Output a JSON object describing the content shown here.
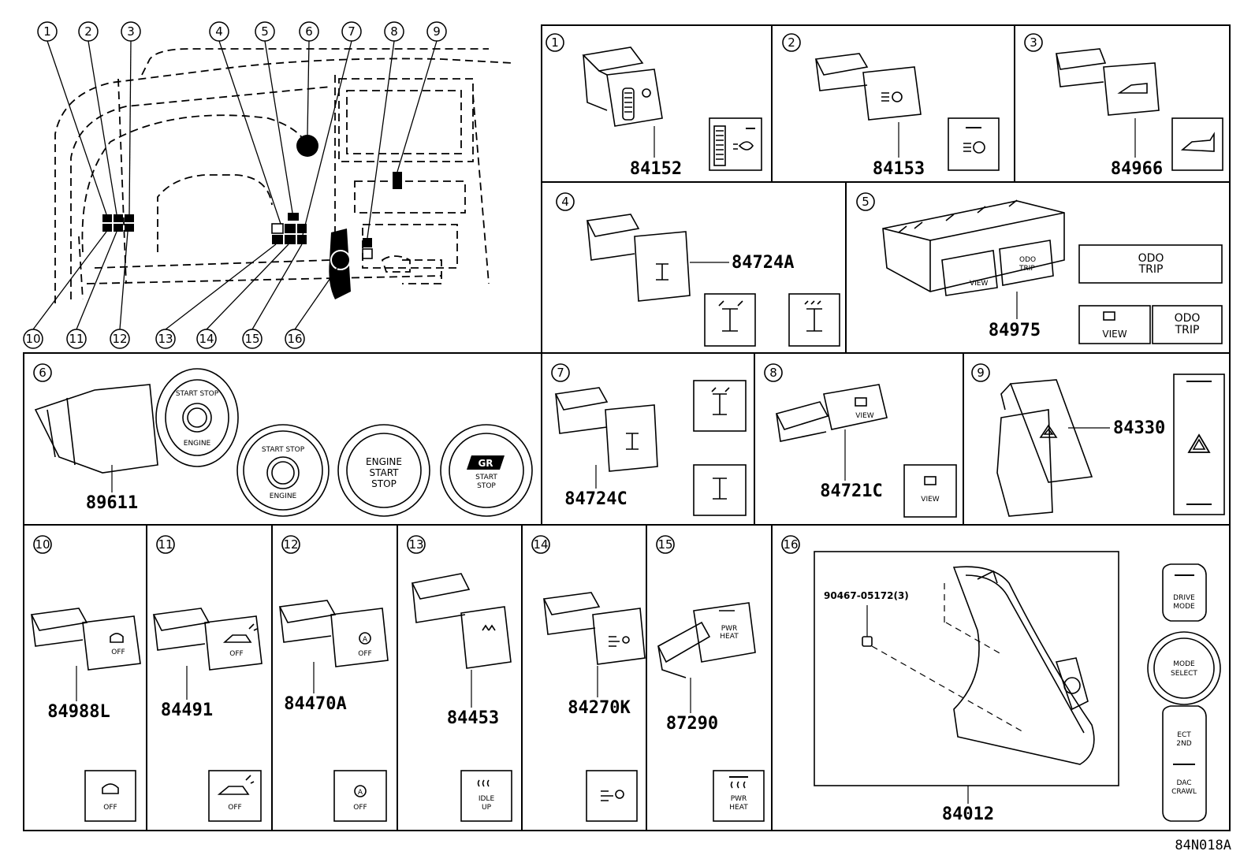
{
  "figure_code": "84N018A",
  "overview": {
    "callouts": [
      "1",
      "2",
      "3",
      "4",
      "5",
      "6",
      "7",
      "8",
      "9",
      "10",
      "11",
      "12",
      "13",
      "14",
      "15",
      "16"
    ]
  },
  "panels": [
    {
      "num": "1",
      "part": "84152"
    },
    {
      "num": "2",
      "part": "84153"
    },
    {
      "num": "3",
      "part": "84966"
    },
    {
      "num": "4",
      "part": "84724A"
    },
    {
      "num": "5",
      "part": "84975",
      "labels": {
        "odo": "ODO",
        "trip": "TRIP",
        "view": "VIEW"
      }
    },
    {
      "num": "6",
      "part": "89611",
      "labels": {
        "start_stop": "START STOP",
        "engine": "ENGINE",
        "engine_start": "ENGINE",
        "start": "START",
        "stop": "STOP",
        "gr": "GR",
        "gr_start": "START",
        "gr_stop": "STOP"
      }
    },
    {
      "num": "7",
      "part": "84724C"
    },
    {
      "num": "8",
      "part": "84721C",
      "labels": {
        "view": "VIEW"
      }
    },
    {
      "num": "9",
      "part": "84330"
    },
    {
      "num": "10",
      "part": "84988L",
      "labels": {
        "off": "OFF"
      }
    },
    {
      "num": "11",
      "part": "84491",
      "labels": {
        "off": "OFF"
      }
    },
    {
      "num": "12",
      "part": "84470A",
      "labels": {
        "off": "OFF",
        "a": "A"
      }
    },
    {
      "num": "13",
      "part": "84453",
      "labels": {
        "idle": "IDLE",
        "up": "UP"
      }
    },
    {
      "num": "14",
      "part": "84270K"
    },
    {
      "num": "15",
      "part": "87290",
      "labels": {
        "pwr": "PWR",
        "heat": "HEAT"
      }
    },
    {
      "num": "16",
      "part": "84012",
      "screw": "90467-05172(3)",
      "labels": {
        "drive": "DRIVE",
        "mode": "MODE",
        "mode2": "MODE",
        "select": "SELECT",
        "ect": "ECT",
        "twond": "2ND",
        "dac": "DAC",
        "crawl": "CRAWL"
      }
    }
  ]
}
